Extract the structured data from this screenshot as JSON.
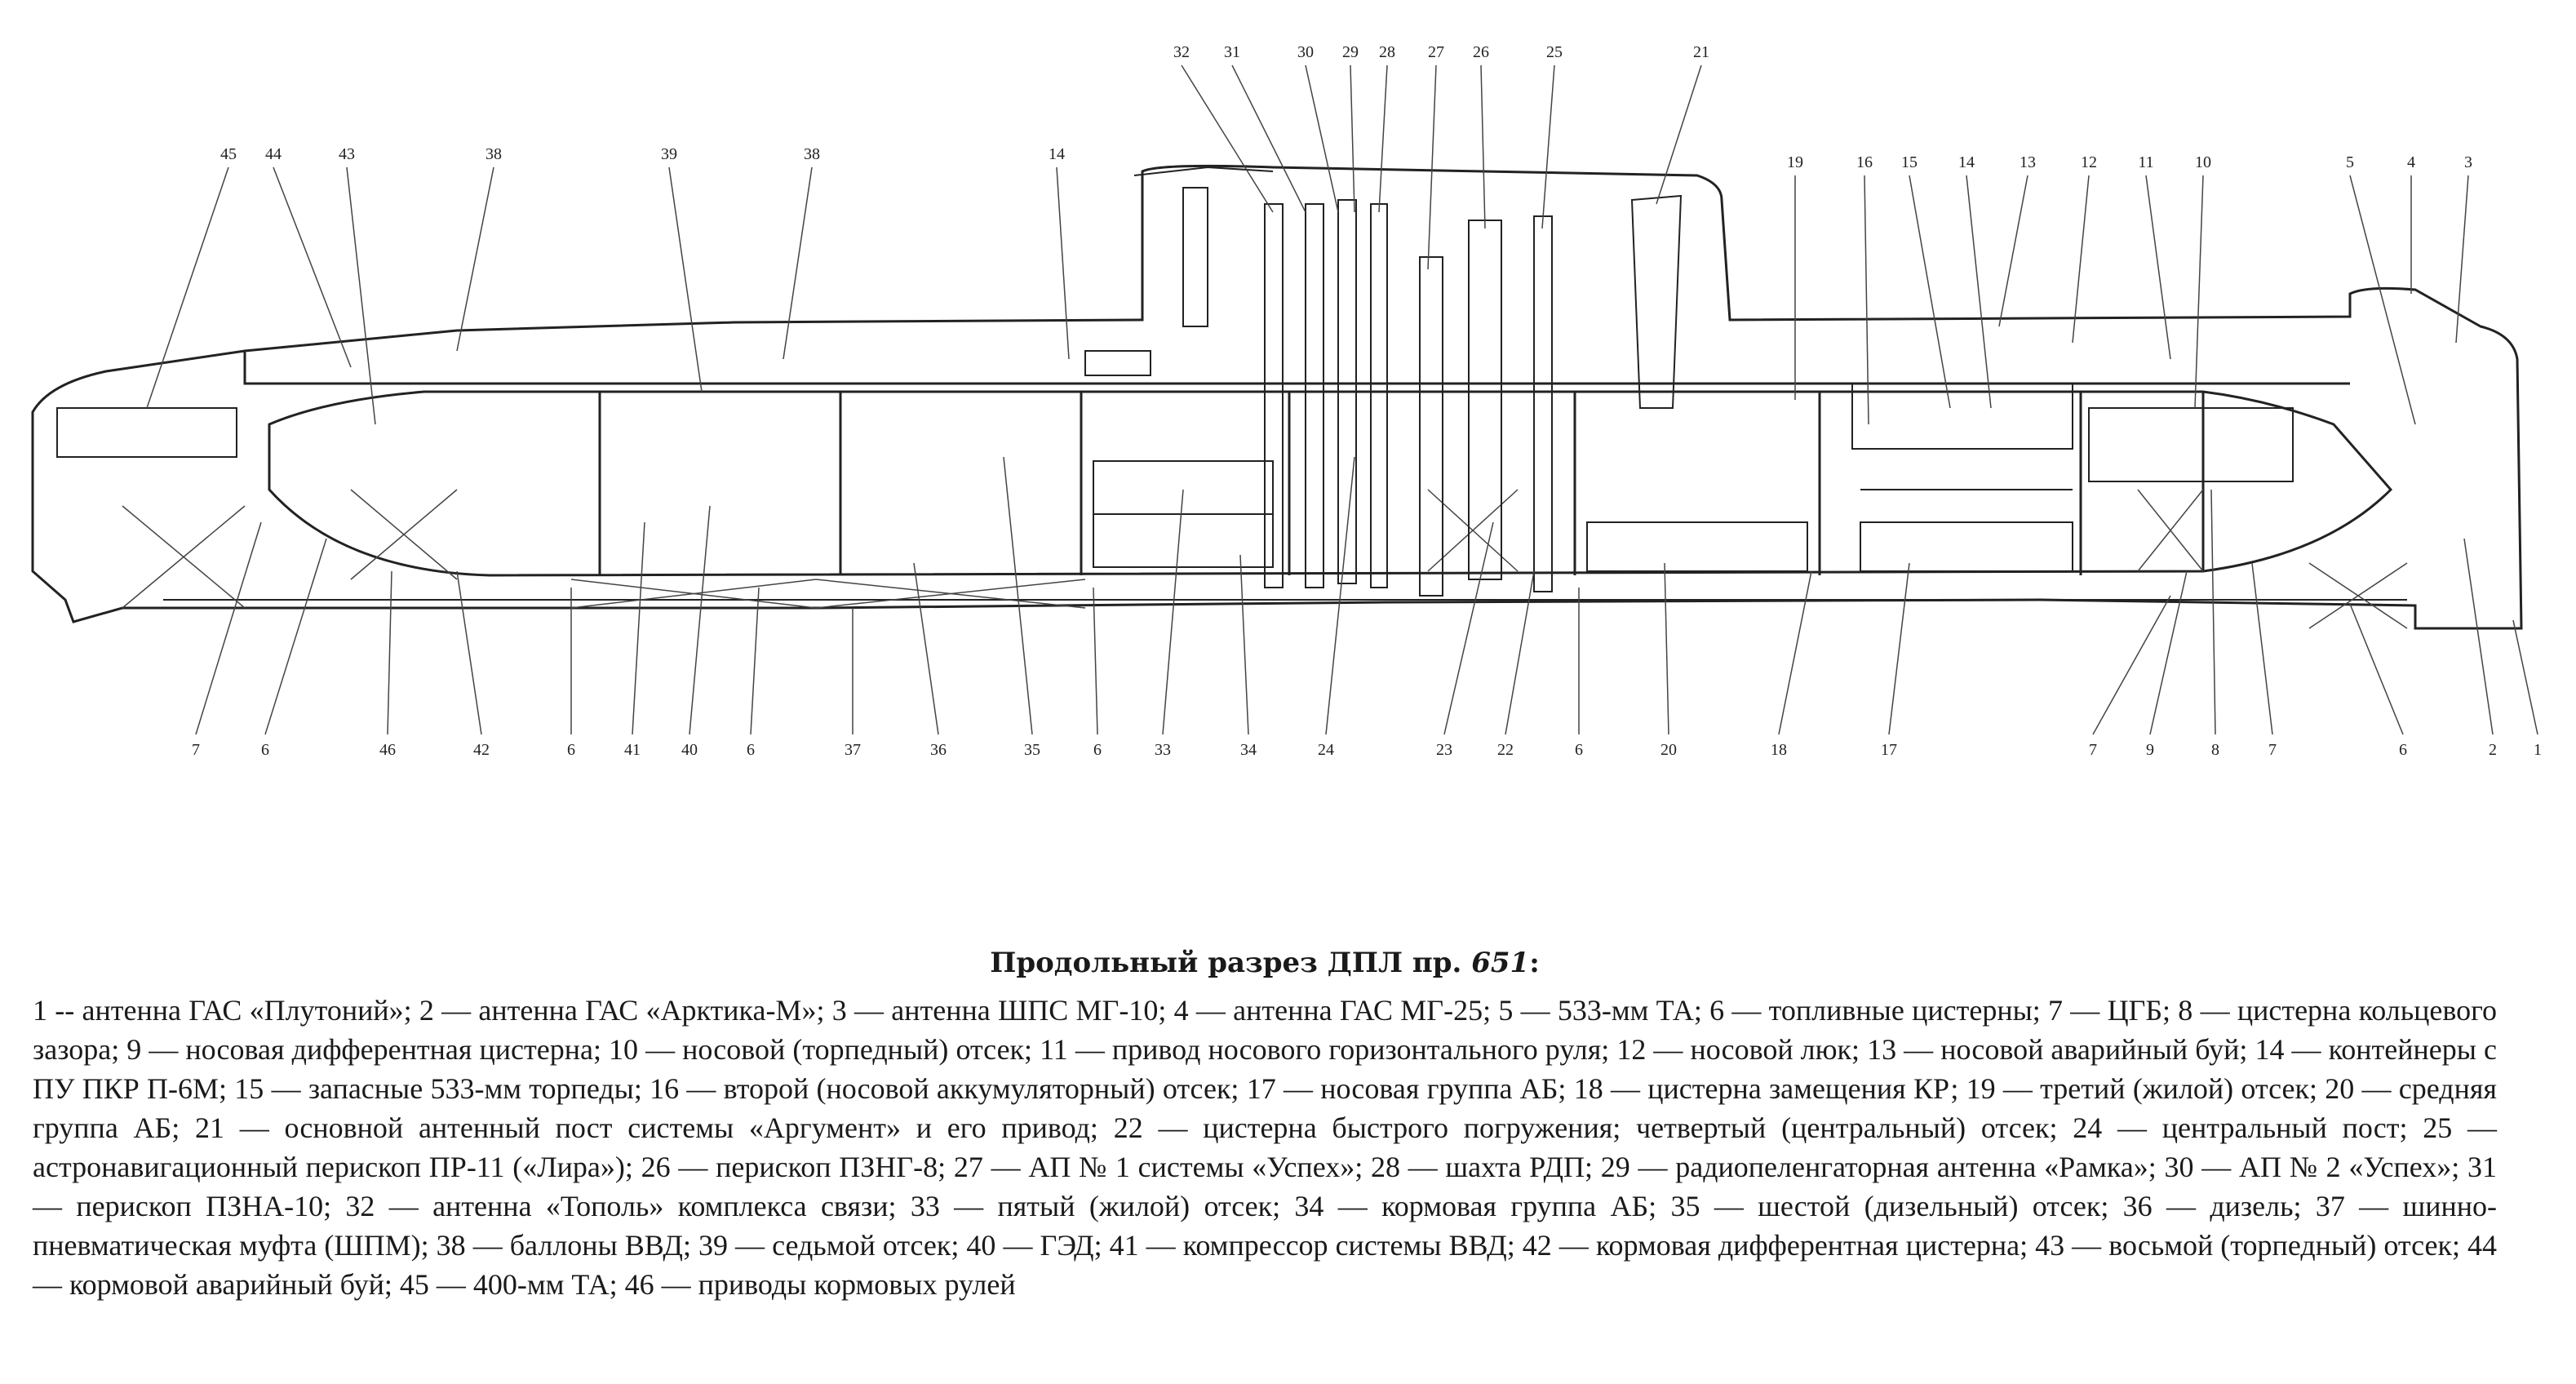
{
  "callouts": {
    "top": [
      "32",
      "31",
      "30",
      "29",
      "28",
      "27",
      "26",
      "25",
      "21",
      "45",
      "44",
      "43",
      "38",
      "39",
      "38",
      "14",
      "19",
      "16",
      "15",
      "14",
      "13",
      "12",
      "11",
      "10",
      "5",
      "4",
      "3"
    ],
    "bottom": [
      "7",
      "6",
      "46",
      "42",
      "6",
      "41",
      "40",
      "6",
      "37",
      "36",
      "35",
      "6",
      "33",
      "34",
      "24",
      "23",
      "22",
      "6",
      "20",
      "18",
      "17",
      "7",
      "9",
      "8",
      "7",
      "6",
      "2",
      "1"
    ]
  },
  "caption": {
    "title": "Продольный разрез ДПЛ пр.",
    "title_number": "651",
    "title_suffix": ":",
    "text": "1 -- антенна ГАС «Плутоний»; 2 — антенна ГАС «Арктика-М»; 3 — антенна ШПС МГ-10; 4 — антенна ГАС МГ-25; 5 — 533-мм ТА; 6 — топливные цистерны; 7 — ЦГБ; 8 — цистерна кольцевого зазора; 9 — носовая дифферентная цистерна; 10 — носовой (торпедный) отсек; 11 — привод носового горизонтального руля; 12 — носовой люк; 13 — носовой аварийный буй; 14 — контейнеры с ПУ ПКР П-6М; 15 — запасные 533-мм торпеды; 16 — второй (носовой аккумуляторный) отсек; 17 — носовая группа АБ; 18 — цистерна замещения КР; 19 — третий (жилой) отсек; 20 — средняя группа АБ; 21 — основной антенный пост системы «Аргумент» и его привод; 22 — цистерна быстрого погружения; четвертый (центральный) отсек; 24 — центральный пост; 25 — астронавигационный перископ ПР-11 («Лира»); 26 — перископ ПЗНГ-8; 27 — АП № 1 системы «Успех»; 28 — шахта РДП; 29 — радиопеленгаторная антенна «Рамка»; 30 — АП № 2 «Успех»; 31 — перископ ПЗНА-10; 32 — антенна «Тополь» комплекса связи; 33 — пятый (жилой) отсек; 34 — кормовая группа АБ; 35 — шестой (дизельный) отсек; 36 — дизель; 37 — шинно-пневматическая муфта (ШПМ); 38 — баллоны ВВД; 39 — седьмой отсек; 40 — ГЭД; 41 — компрессор системы ВВД; 42 — кормовая дифферентная цистерна; 43 — восьмой (торпедный) отсек; 44 — кормовой аварийный буй; 45 — 400-мм ТА; 46 — приводы кормовых рулей"
  }
}
